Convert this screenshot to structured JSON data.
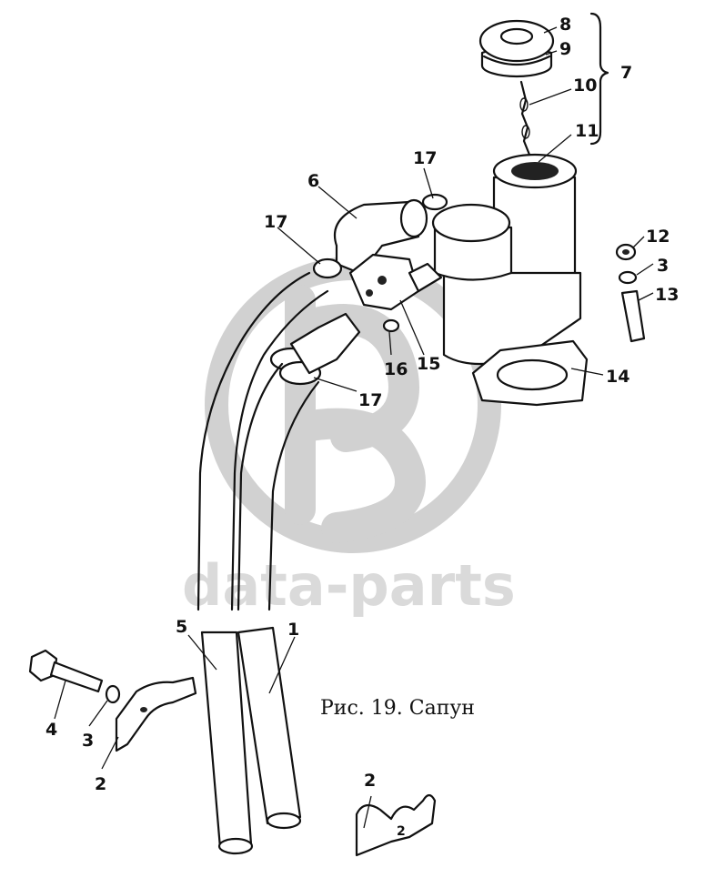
{
  "caption": "Рис. 19. Сапун",
  "watermark": {
    "text": "data-parts",
    "color": "#bdbdbd"
  },
  "callouts": {
    "c8": "8",
    "c9": "9",
    "c10": "10",
    "c11": "11",
    "c7": "7",
    "c17a": "17",
    "c6": "6",
    "c17b": "17",
    "c12": "12",
    "c3a": "3",
    "c13": "13",
    "c16": "16",
    "c15": "15",
    "c14": "14",
    "c17c": "17",
    "c5": "5",
    "c1": "1",
    "c4": "4",
    "c3b": "3",
    "c2a": "2",
    "c2b": "2",
    "clip_mark": "2"
  },
  "icons": {
    "logo": "data-parts-logo-icon"
  }
}
